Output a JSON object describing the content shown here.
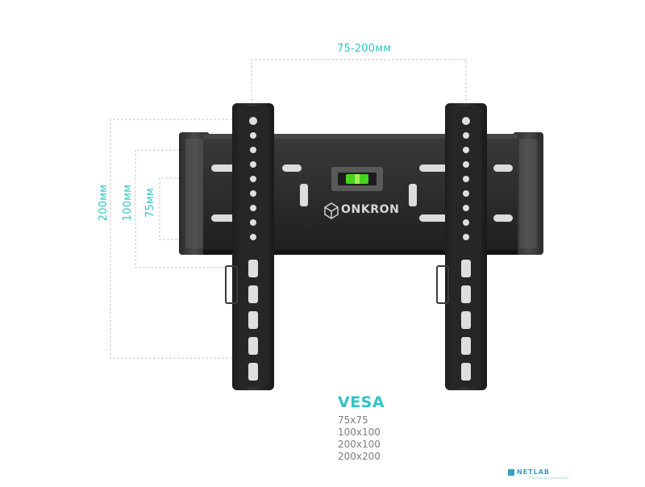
{
  "dimensions": {
    "width_range": "75-200мм",
    "height_200": "200мм",
    "height_100": "100мм",
    "height_75": "75мм"
  },
  "brand": {
    "name": "ONKRON"
  },
  "vesa": {
    "title": "VESA",
    "sizes": [
      "75x75",
      "100x100",
      "200x100",
      "200x200"
    ]
  },
  "watermark": {
    "name": "NETLAB",
    "sub": "Разумные решения"
  },
  "colors": {
    "accent": "#2ec4c6",
    "metal": "#2b2b2b",
    "bubble": "#46d41f"
  }
}
